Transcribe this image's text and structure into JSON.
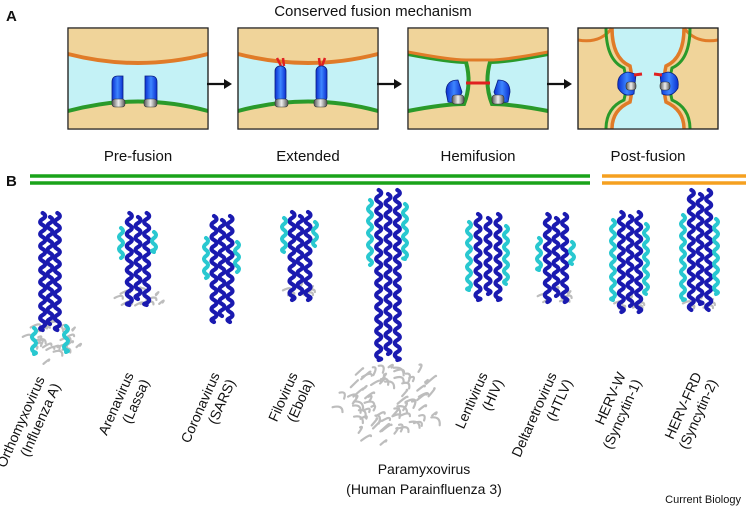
{
  "panel_a": {
    "letter": "A",
    "title": "Conserved fusion mechanism",
    "stages": [
      "Pre-fusion",
      "Extended",
      "Hemifusion",
      "Post-fusion"
    ]
  },
  "panel_b": {
    "letter": "B",
    "viruses": [
      {
        "line1": "Orthomyxovirus",
        "line2": "(Influenza A)"
      },
      {
        "line1": "Arenavirus",
        "line2": "(Lassa)"
      },
      {
        "line1": "Coronavirus",
        "line2": "(SARS)"
      },
      {
        "line1": "Filovirus",
        "line2": "(Ebola)"
      },
      {
        "line1": "Paramyxovirus",
        "line2": "(Human Parainfluenza 3)"
      },
      {
        "line1": "Lentivirus",
        "line2": "(HIV)"
      },
      {
        "line1": "Deltaretrovirus",
        "line2": "(HTLV)"
      },
      {
        "line1": "HERV-W",
        "line2": "(Syncytin-1)"
      },
      {
        "line1": "HERV-FRD",
        "line2": "(Syncytin-2)"
      }
    ]
  },
  "credit": "Current Biology",
  "colors": {
    "viral_bar": "#1aa31a",
    "herv_bar": "#f5a020",
    "helix_core": "#1a1ab0",
    "helix_outer": "#29c8d0",
    "loops": "#bdbdbd",
    "membrane_top": "#e07b28",
    "membrane_bottom": "#2a9a2a",
    "cytoplasm": "#f0d49a",
    "medium": "#c4f2f6"
  }
}
